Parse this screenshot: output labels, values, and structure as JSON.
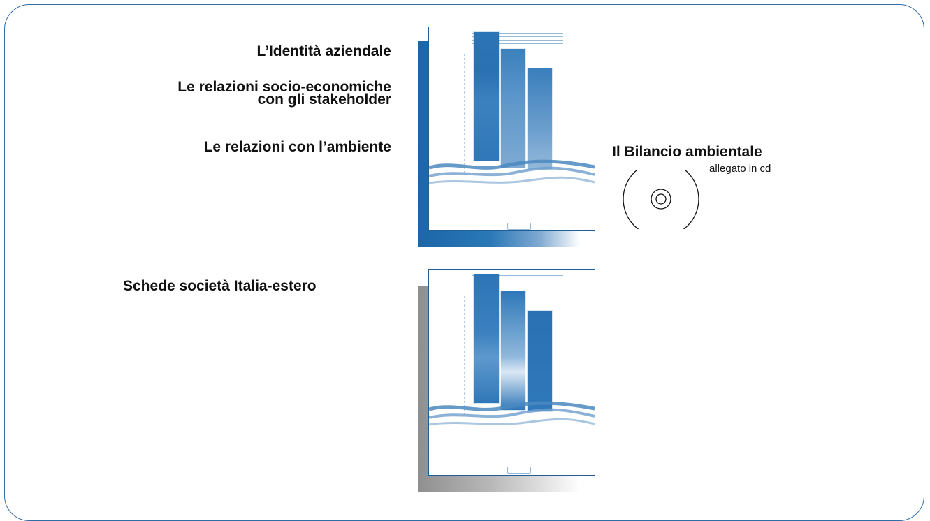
{
  "left_column": {
    "item1": "L’Identità aziendale",
    "item2_line1": "Le relazioni socio-economiche",
    "item2_line2": "con gli stakeholder",
    "item3": "Le relazioni con l’ambiente",
    "item4": "Schede società Italia-estero"
  },
  "right_column": {
    "title": "Il Bilancio ambientale",
    "note": "allegato in cd"
  },
  "colors": {
    "frame_border": "#2f6da7",
    "cover_blue": "#2b74b6",
    "shadow_gray": "#9a9a9a"
  },
  "icons": {
    "cd": "cd-icon",
    "cover_1": "report-cover-icon",
    "cover_2": "report-cover-icon"
  }
}
